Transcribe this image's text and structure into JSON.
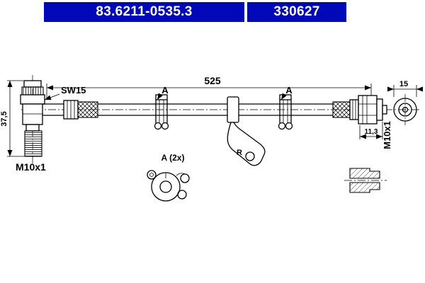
{
  "header": {
    "part_number": "83.6211-0535.3",
    "ref_number": "330627",
    "bar_color": "#0008b8",
    "text_color": "#ffffff"
  },
  "labels": {
    "length_525": "525",
    "height_37_5": "37,5",
    "sw15": "SW15",
    "thread_left": "M10x1",
    "clip_a_left": "A",
    "clip_a_right": "A",
    "detail_a2x": "A (2x)",
    "bracket_r": "R",
    "width_15": "15",
    "depth_11_3": "11,3",
    "thread_right": "M10x1"
  },
  "drawing": {
    "line_color": "#000000",
    "background": "#ffffff"
  }
}
